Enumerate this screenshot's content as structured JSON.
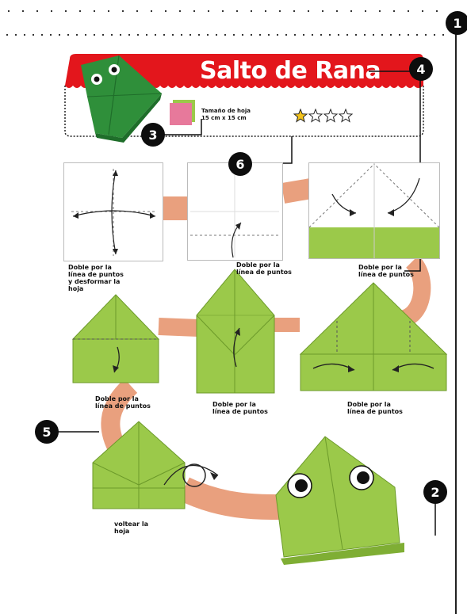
{
  "header": {
    "title": "Salto de Rana",
    "sheet_size_label": "Tamaño de hoja",
    "sheet_size_value": "15 cm x 15 cm",
    "difficulty": {
      "filled_stars": 1,
      "total_stars": 4
    }
  },
  "callouts": [
    "1",
    "2",
    "3",
    "4",
    "5",
    "6"
  ],
  "steps": [
    {
      "caption": "Doble por la\nlínea de puntos\ny desformar la\nhoja"
    },
    {
      "caption": "Doble por la\nlínea de puntos"
    },
    {
      "caption": "Doble por la\nlínea de puntos"
    },
    {
      "caption": "Doble por la\nlínea de puntos"
    },
    {
      "caption": "Doble por la\nlínea de puntos"
    },
    {
      "caption": "Doble por la\nlínea de puntos"
    },
    {
      "caption": "voltear la\nhoja"
    }
  ],
  "colors": {
    "banner_red": "#e3161c",
    "paper_green": "#9bc94a",
    "paper_green_dark": "#7fae34",
    "path_salmon": "#e9a07e",
    "frog_cover_green": "#2f8f3a",
    "swatch_pink": "#e7799b"
  }
}
